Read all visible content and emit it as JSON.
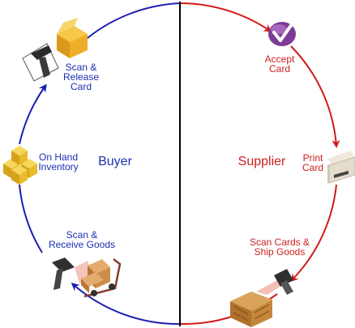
{
  "colors": {
    "buyer": "#1a1fb0",
    "supplier": "#d11a1a",
    "divider": "#000000"
  },
  "sides": {
    "buyer": "Buyer",
    "supplier": "Supplier"
  },
  "steps": [
    {
      "id": "scan-release-card",
      "label": "Scan &\nRelease\nCard",
      "side": "buyer",
      "icon": "scanner-and-box-icon"
    },
    {
      "id": "accept-card",
      "label": "Accept\nCard",
      "side": "supplier",
      "icon": "checkmark-icon"
    },
    {
      "id": "print-card",
      "label": "Print\nCard",
      "side": "supplier",
      "icon": "printer-icon"
    },
    {
      "id": "scan-cards-ship-goods",
      "label": "Scan Cards &\nShip Goods",
      "side": "supplier",
      "icon": "scanner-and-crate-icon"
    },
    {
      "id": "scan-receive-goods",
      "label": "Scan &\nReceive Goods",
      "side": "buyer",
      "icon": "scanner-and-handtruck-icon"
    },
    {
      "id": "on-hand-inventory",
      "label": "On Hand\nInventory",
      "side": "buyer",
      "icon": "inventory-boxes-icon"
    }
  ]
}
